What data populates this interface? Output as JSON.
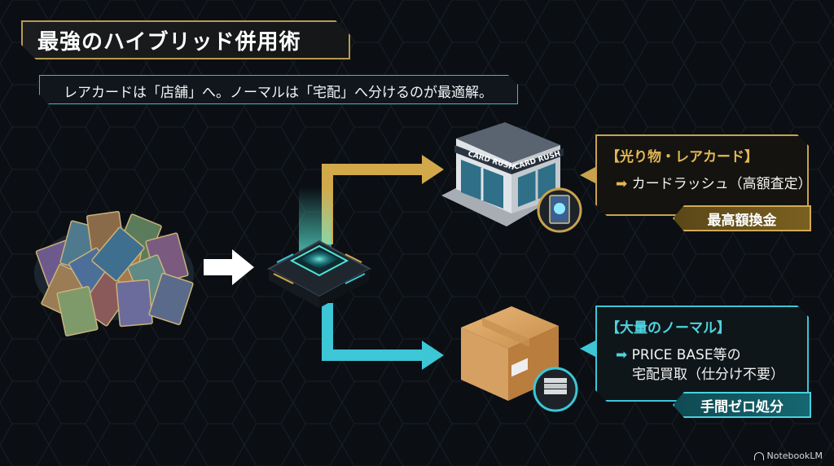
{
  "title": "最強のハイブリッド併用術",
  "subtitle": "レアカードは「店舗」へ。ノーマルは「宅配」へ分けるのが最適解。",
  "store_sign": "CARD RUSH",
  "store_sign_side": "CARD RUSH",
  "rare_route": {
    "heading": "【光り物・レアカード】",
    "line1": "カードラッシュ（高額査定）",
    "badge": "最高額換金",
    "color": "#c9a24e"
  },
  "normal_route": {
    "heading": "【大量のノーマル】",
    "line1": "PRICE BASE等の",
    "line2": "宅配買取（仕分け不要）",
    "badge": "手間ゼロ処分",
    "color": "#3cc6d6"
  },
  "watermark": "NotebookLM"
}
